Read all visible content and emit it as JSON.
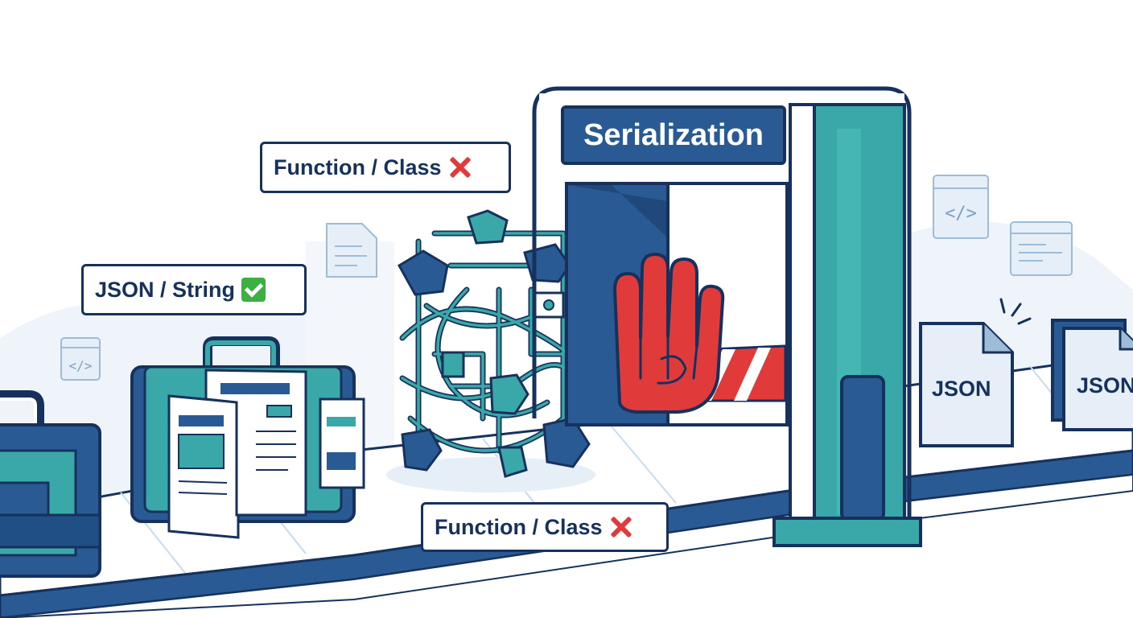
{
  "gate": {
    "sign": "Serialization"
  },
  "labels": {
    "top_function_class": "Function / Class",
    "json_string": "JSON / String",
    "bottom_function_class": "Function / Class"
  },
  "marks": {
    "top": "cross-mark-icon",
    "json": "check-mark-icon",
    "bottom": "cross-mark-icon"
  },
  "output_docs": [
    "JSON",
    "JSON"
  ],
  "colors": {
    "navy": "#16325c",
    "blue": "#2a5a94",
    "teal": "#3aa8a8",
    "red": "#e03a3a",
    "green": "#3cb043",
    "light_blue": "#dbe9f5"
  }
}
